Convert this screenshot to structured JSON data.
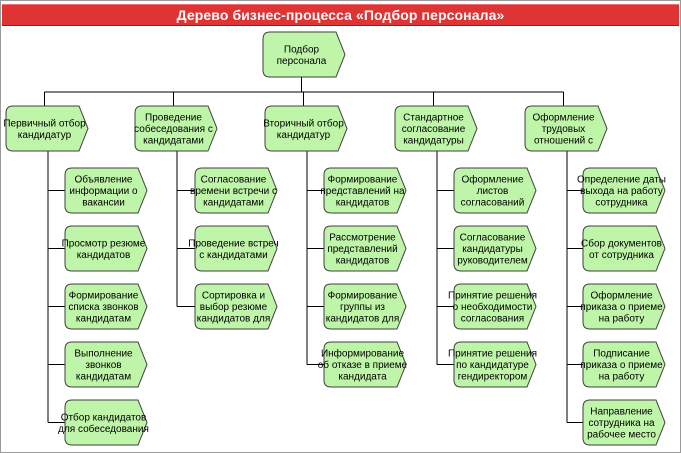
{
  "title": "Дерево бизнес-процесса «Подбор персонала»",
  "colors": {
    "node_fill": "#bff5a8",
    "node_stroke": "#3f3f3f",
    "connector": "#000000",
    "title_bar": "#e03434"
  },
  "root": {
    "label": [
      "Подбор",
      "персонала"
    ]
  },
  "branches": [
    {
      "label": [
        "Первичный отбор",
        "кандидатур"
      ],
      "children": [
        [
          "Объявление",
          "информации о",
          "вакансии"
        ],
        [
          "Просмотр резюме",
          "кандидатов"
        ],
        [
          "Формирование",
          "списка звонков",
          "кандидатам"
        ],
        [
          "Выполнение",
          "звонков",
          "кандидатам"
        ],
        [
          "Отбор кандидатов",
          "для собеседования"
        ]
      ]
    },
    {
      "label": [
        "Проведение",
        "собеседования с",
        "кандидатами"
      ],
      "children": [
        [
          "Согласование",
          "времени встречи с",
          "кандидатами"
        ],
        [
          "Проведение встреч",
          "с кандидатами"
        ],
        [
          "Сортировка и",
          "выбор резюме",
          "кандидатов для"
        ]
      ]
    },
    {
      "label": [
        "Вторичный отбор",
        "кандидатур"
      ],
      "children": [
        [
          "Формирование",
          "представлений на",
          "кандидатов"
        ],
        [
          "Рассмотрение",
          "представлений",
          "кандидатов"
        ],
        [
          "Формирование",
          "группы из",
          "кандидатов для"
        ],
        [
          "Информирование",
          "об отказе в приеме",
          "кандидата"
        ]
      ]
    },
    {
      "label": [
        "Стандартное",
        "согласование",
        "кандидатуры"
      ],
      "children": [
        [
          "Оформление",
          "листов",
          "согласований"
        ],
        [
          "Согласование",
          "кандидатуры",
          "руководителем"
        ],
        [
          "Принятие решения",
          "о необходимости",
          "согласования"
        ],
        [
          "Принятие решения",
          "по кандидатуре",
          "гендиректором"
        ]
      ]
    },
    {
      "label": [
        "Оформление",
        "трудовых",
        "отношений с"
      ],
      "children": [
        [
          "Определение даты",
          "выхода на работу",
          "сотрудника"
        ],
        [
          "Сбор документов",
          "от сотрудника"
        ],
        [
          "Оформление",
          "приказа о приеме",
          "на работу"
        ],
        [
          "Подписание",
          "приказа о приеме",
          "на работу"
        ],
        [
          "Направление",
          "сотрудника на",
          "рабочее место"
        ]
      ]
    }
  ]
}
